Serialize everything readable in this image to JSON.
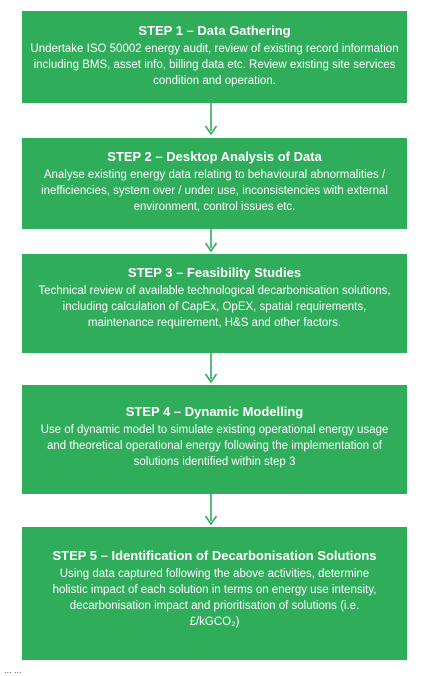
{
  "steps": [
    {
      "title": "STEP 1 – Data Gathering",
      "description": "Undertake ISO 50002 energy audit, review of existing record information including BMS, asset info, billing data etc.  Review existing site services condition and operation."
    },
    {
      "title": "STEP 2 – Desktop Analysis of Data",
      "description": "Analyse existing energy data relating to behavioural abnormalities / inefficiencies, system over / under use, inconsistencies with external environment, control issues etc."
    },
    {
      "title": "STEP 3 – Feasibility Studies",
      "description": "Technical review of available technological decarbonisation solutions, including calculation of CapEx, OpEX, spatial requirements, maintenance requirement, H&S and other factors."
    },
    {
      "title": "STEP 4 – Dynamic Modelling",
      "description": "Use of dynamic model to simulate existing operational energy usage and theoretical operational energy following the implementation of solutions identified within step 3"
    },
    {
      "title": "STEP 5 – Identification of Decarbonisation Solutions",
      "description": "Using data captured following the above activities, determine holistic impact of each solution in terms on energy use intensity, decarbonisation impact and prioritisation of solutions (i.e. £/kGCO₂)"
    }
  ],
  "footer_fragment": "... ...",
  "colors": {
    "box_fill": "#2fad5b",
    "text": "#ffffff",
    "arrow": "#2fad5b"
  }
}
